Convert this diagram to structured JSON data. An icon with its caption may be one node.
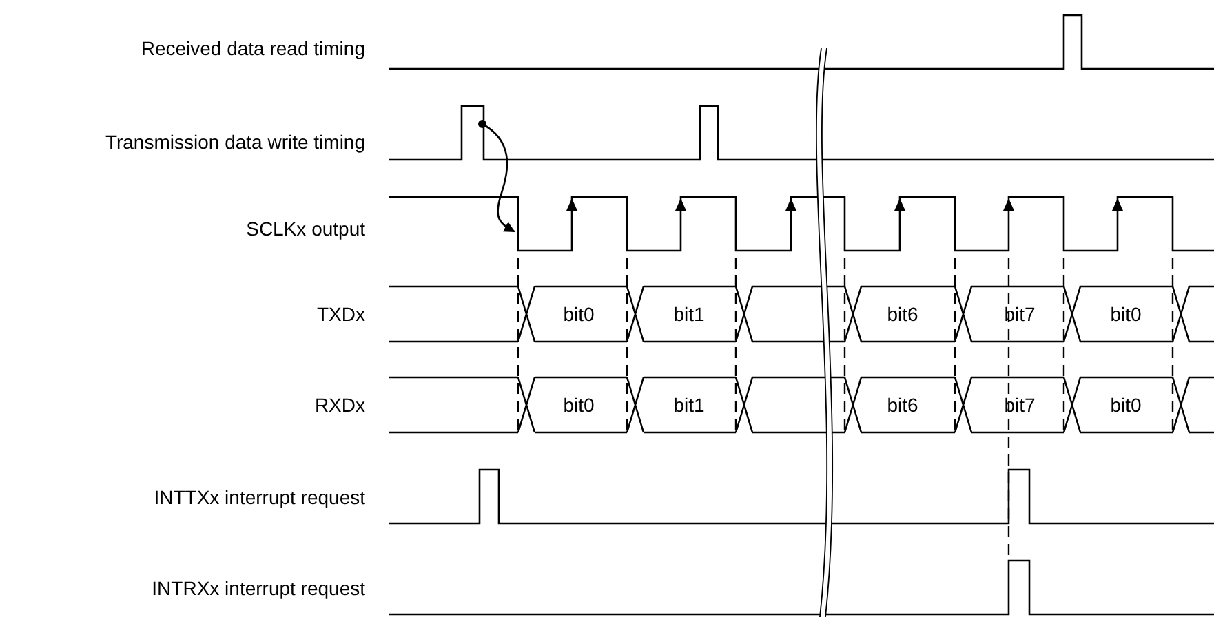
{
  "diagram": {
    "labels": [
      "Received data read timing",
      "Transmission data write timing",
      "SCLKx output",
      "TXDx",
      "bit0",
      "bit1",
      "bit6",
      "bit7",
      "bit0",
      "RXDx",
      "bit0",
      "bit1",
      "bit6",
      "bit7",
      "bit0",
      "INTTXx interrupt request",
      "INTRXx interrupt request"
    ]
  }
}
